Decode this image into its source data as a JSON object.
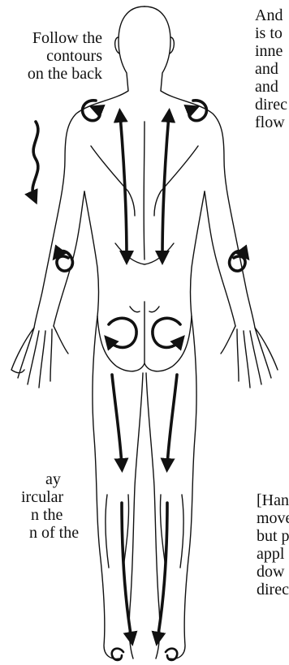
{
  "text_blocks": {
    "left_top": [
      "Follow the",
      "contours",
      "on the back"
    ],
    "right_top": [
      "And",
      "is to",
      "inne",
      "and",
      "and",
      "direc",
      "flow"
    ],
    "left_bottom": [
      "ay",
      "ircular",
      "n the",
      "n of the"
    ],
    "right_bottom": [
      "[Han",
      "move",
      "but p",
      "appl",
      "dow",
      "direc"
    ]
  },
  "colors": {
    "ink": "#111111",
    "background": "#ffffff"
  }
}
